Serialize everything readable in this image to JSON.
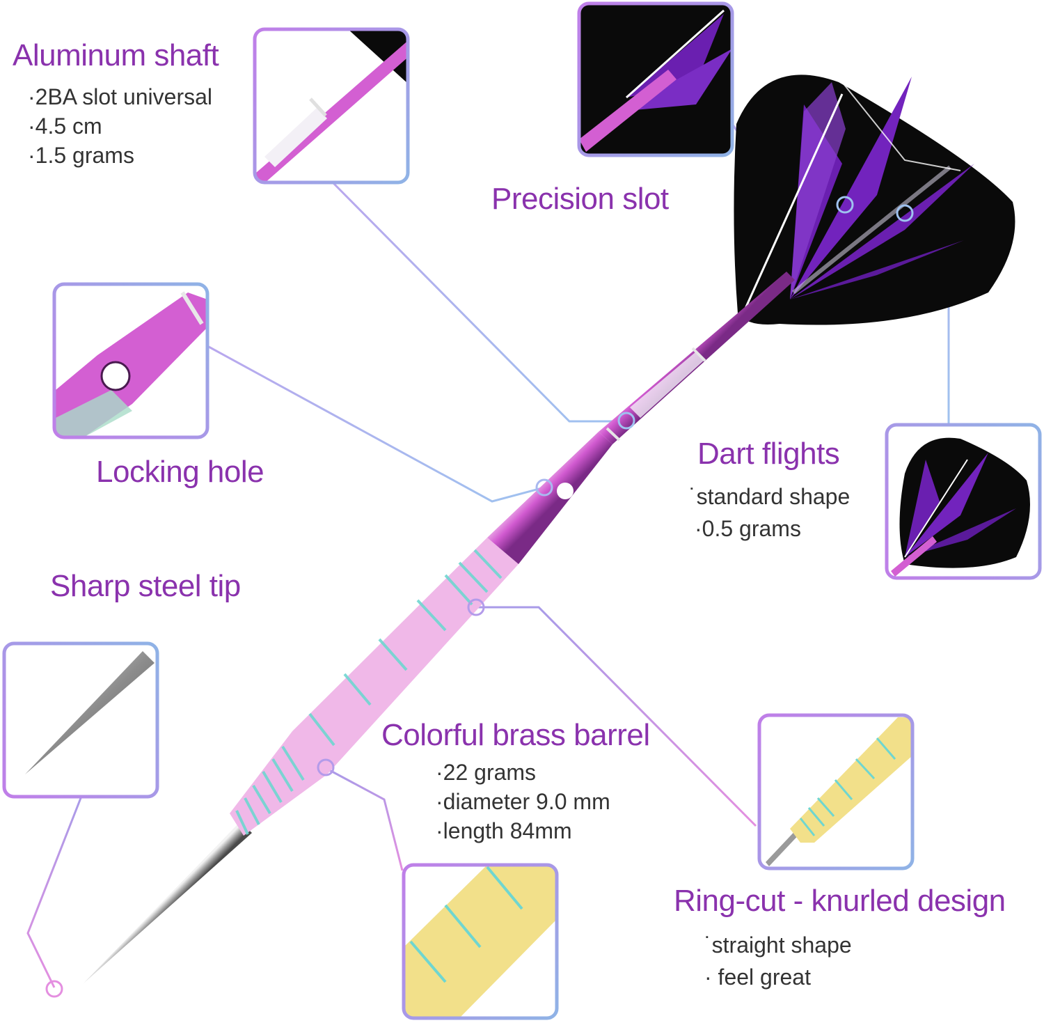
{
  "aluminum_shaft": {
    "title": "Aluminum shaft",
    "specs": [
      "·2BA slot universal",
      "·4.5 cm",
      "·1.5 grams"
    ]
  },
  "precision_slot": {
    "title": "Precision slot"
  },
  "locking_hole": {
    "title": "Locking hole"
  },
  "dart_flights": {
    "title": "Dart flights",
    "specs": [
      "˙standard shape",
      "·0.5 grams"
    ]
  },
  "steel_tip": {
    "title": "Sharp steel tip"
  },
  "barrel": {
    "title": "Colorful brass barrel",
    "specs": [
      "·22 grams",
      "·diameter 9.0 mm",
      "·length 84mm"
    ]
  },
  "ring_cut": {
    "title": "Ring-cut - knurled design",
    "specs": [
      "˙straight shape",
      "· feel great"
    ]
  },
  "colors": {
    "heading": "#8a32ad",
    "spec_text": "#333333",
    "callout_frame_from": "#c07ee8",
    "callout_frame_to": "#8fb3e6",
    "flight_black": "#0a0a0a",
    "flight_purple": "#6a1fb0",
    "shaft_pink": "#d86bd8"
  }
}
